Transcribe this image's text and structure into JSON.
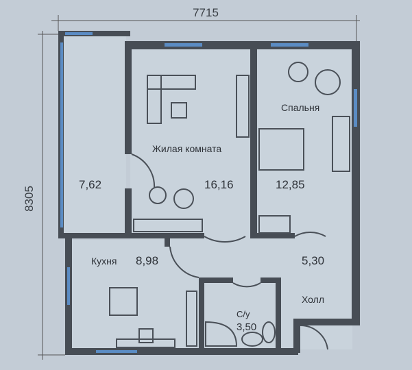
{
  "dimensions": {
    "width": "7715",
    "height": "8305"
  },
  "rooms": {
    "loggia": {
      "area": "7,62"
    },
    "living": {
      "name": "Жилая комната",
      "area": "16,16"
    },
    "bedroom": {
      "name": "Спальня",
      "area": "12,85"
    },
    "kitchen": {
      "name": "Кухня",
      "area": "8,98"
    },
    "hall": {
      "name": "Холл",
      "area": "5,30"
    },
    "bathroom": {
      "name": "С/у",
      "area": "3,50"
    }
  },
  "colors": {
    "wall": "#474d55",
    "window": "#5b8cc4",
    "floor": "#c9d3dc"
  }
}
